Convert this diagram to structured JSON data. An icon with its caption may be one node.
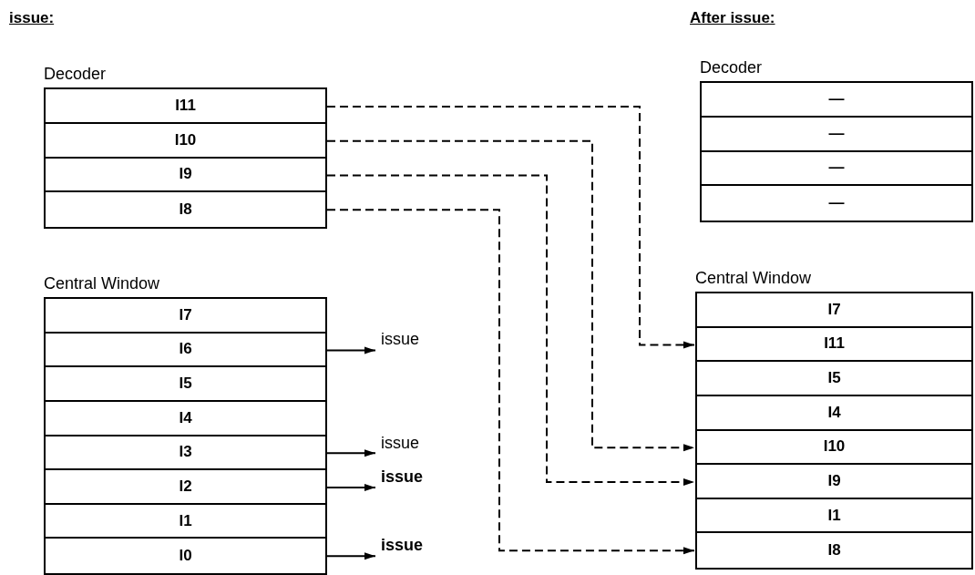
{
  "diagram": {
    "nodes": [
      {
        "text": [
          "Decoder"
        ]
      },
      {
        "text": [
          "I11"
        ],
        "in": 0
      },
      {
        "text": [
          "I10"
        ],
        "in": 0
      },
      {
        "text": [
          "I9"
        ],
        "in": 0
      },
      {
        "text": [
          "I8"
        ],
        "in": 0
      },
      {
        "text": [
          "Central Window"
        ]
      },
      {
        "text": [
          "I7"
        ],
        "in": 5
      },
      {
        "text": [
          "I6"
        ],
        "in": 5
      },
      {
        "text": [
          "I5"
        ],
        "in": 5
      },
      {
        "text": [
          "I4"
        ],
        "in": 5
      },
      {
        "text": [
          "I3"
        ],
        "in": 5
      },
      {
        "text": [
          "I2"
        ],
        "in": 5
      },
      {
        "text": [
          "I1"
        ],
        "in": 5
      },
      {
        "text": [
          "I0"
        ],
        "in": 5
      },
      {
        "text": [
          "issue"
        ]
      },
      {
        "text": [
          "issue"
        ]
      },
      {
        "text": [
          "issue"
        ]
      },
      {
        "text": [
          "issue"
        ]
      },
      {
        "text": [
          "Decoder"
        ]
      },
      {
        "text": [
          "—"
        ],
        "in": 18
      },
      {
        "text": [
          "—"
        ],
        "in": 18
      },
      {
        "text": [
          "—"
        ],
        "in": 18
      },
      {
        "text": [
          "—"
        ],
        "in": 18
      },
      {
        "text": [
          "Central Window"
        ]
      },
      {
        "text": [
          "I7"
        ],
        "in": 23
      },
      {
        "text": [
          "I11"
        ],
        "in": 23
      },
      {
        "text": [
          "I5"
        ],
        "in": 23
      },
      {
        "text": [
          "I4"
        ],
        "in": 23
      },
      {
        "text": [
          "I10"
        ],
        "in": 23
      },
      {
        "text": [
          "I9"
        ],
        "in": 23
      },
      {
        "text": [
          "I1"
        ],
        "in": 23
      },
      {
        "text": [
          "I8"
        ],
        "in": 23
      }
    ],
    "edges": [
      {
        "from": 7,
        "to": 14,
        "arrow": "to"
      },
      {
        "from": 10,
        "to": 15,
        "arrow": "to"
      },
      {
        "from": 11,
        "to": 16,
        "arrow": "to"
      },
      {
        "from": 13,
        "to": 17,
        "arrow": "to"
      },
      {
        "from": 1,
        "to": 25,
        "arrow": "to",
        "style": "dashed"
      },
      {
        "from": 2,
        "to": 28,
        "arrow": "to",
        "style": "dashed"
      },
      {
        "from": 3,
        "to": 29,
        "arrow": "to",
        "style": "dashed"
      },
      {
        "from": 4,
        "to": 31,
        "arrow": "to",
        "style": "dashed"
      }
    ],
    "labels": [
      "issue:",
      "After issue:"
    ]
  }
}
